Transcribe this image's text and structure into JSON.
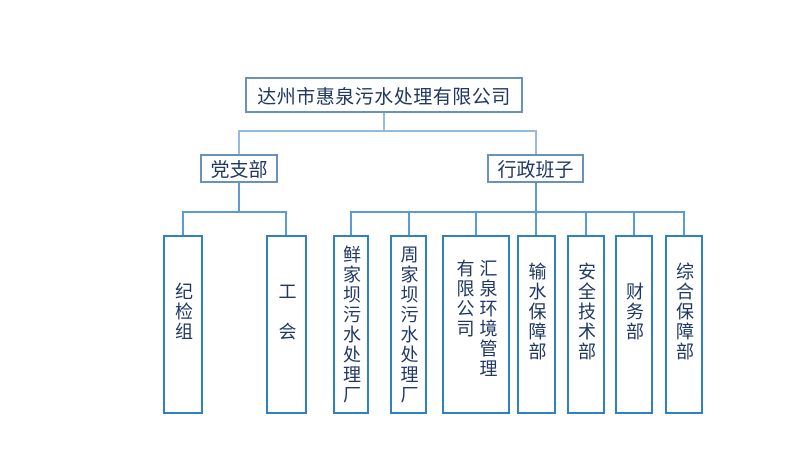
{
  "page": {
    "background": "#ffffff",
    "description": "Organization chart slide"
  },
  "colors": {
    "text": "#1f3864",
    "box_border_level1": "#6c90bd",
    "box_border_level3": "#2e82c4",
    "connector_light": "#95bade",
    "connector_medium": "#5b9bd5"
  },
  "org_chart": {
    "type": "org-tree",
    "root": {
      "label": "达州市惠泉污水处理有限公司"
    },
    "level2": [
      {
        "id": "party-branch",
        "label": "党支部",
        "parent": "达州市惠泉污水处理有限公司"
      },
      {
        "id": "admin-team",
        "label": "行政班子",
        "parent": "达州市惠泉污水处理有限公司"
      }
    ],
    "level3": [
      {
        "label": "纪检组",
        "parent": "党支部"
      },
      {
        "label": "工　会",
        "parent": "党支部"
      },
      {
        "label": "鲜家坝污水处理厂",
        "parent": "行政班子"
      },
      {
        "label": "周家坝污水处理厂",
        "parent": "行政班子"
      },
      {
        "label": "汇泉环境管理有限公司",
        "line1": "汇泉环境管理",
        "line2": "有限公司",
        "parent": "行政班子"
      },
      {
        "label": "输水保障部",
        "parent": "行政班子"
      },
      {
        "label": "安全技术部",
        "parent": "行政班子"
      },
      {
        "label": "财务部",
        "parent": "行政班子"
      },
      {
        "label": "综合保障部",
        "parent": "行政班子"
      }
    ]
  }
}
